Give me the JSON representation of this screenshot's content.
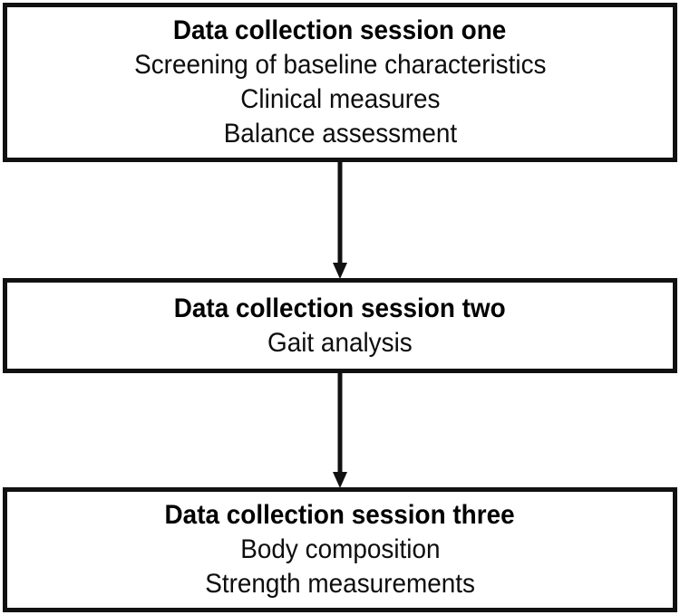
{
  "diagram": {
    "type": "flowchart",
    "orientation": "vertical",
    "background_color": "#ffffff",
    "border_color": "#111111",
    "text_color": "#000000",
    "boxes": [
      {
        "id": "session-one",
        "title": "Data collection session one",
        "lines": [
          "Screening of baseline characteristics",
          "Clinical measures",
          "Balance assessment"
        ]
      },
      {
        "id": "session-two",
        "title": "Data collection session two",
        "lines": [
          "Gait analysis"
        ]
      },
      {
        "id": "session-three",
        "title": "Data collection session three",
        "lines": [
          "Body composition",
          "Strength measurements"
        ]
      }
    ],
    "arrows": [
      {
        "id": "one-to-two",
        "from": "session-one",
        "to": "session-two",
        "direction": "down"
      },
      {
        "id": "two-to-three",
        "from": "session-two",
        "to": "session-three",
        "direction": "down"
      }
    ]
  }
}
